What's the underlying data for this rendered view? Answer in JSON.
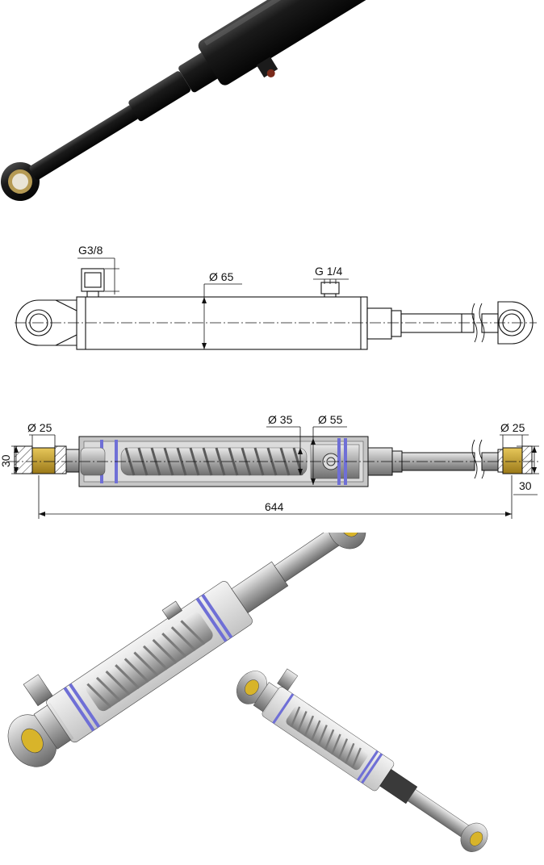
{
  "colors": {
    "cylinder_black": "#141414",
    "steel": "#b9b9b9",
    "steel_dark": "#7d7d7d",
    "seal_blue": "#6f6fd6",
    "bushing_gold": "#c9a227",
    "line": "#111111"
  },
  "drawing": {
    "top_view": {
      "port_left_label": "G3/8",
      "diameter_body_label": "Ø 65",
      "port_right_label": "G 1/4"
    },
    "section_view": {
      "eye_left_diameter_label": "Ø 25",
      "rod_diameter_label": "Ø 35",
      "piston_diameter_label": "Ø 55",
      "eye_right_diameter_label": "Ø 25",
      "eye_left_width_label": "30",
      "eye_right_width_label": "30",
      "overall_length_label": "644"
    }
  }
}
